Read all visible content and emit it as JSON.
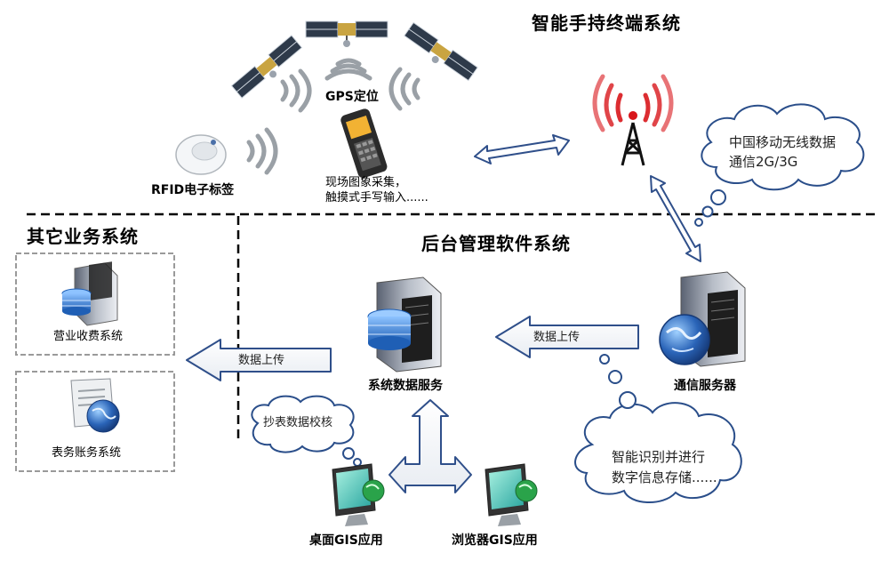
{
  "titles": {
    "smart_handheld": "智能手持终端系统",
    "other_business": "其它业务系统",
    "backend": "后台管理软件系统"
  },
  "labels": {
    "gps": "GPS定位",
    "rfid": "RFID电子标签",
    "field_capture_line1": "现场图象采集，",
    "field_capture_line2": "触摸式手写输入......",
    "billing": "营业收费系统",
    "meter_account": "表务账务系统",
    "data_service": "系统数据服务",
    "comm_server": "通信服务器",
    "desktop_gis": "桌面GIS应用",
    "browser_gis": "浏览器GIS应用"
  },
  "arrows": {
    "upload_left": "数据上传",
    "upload_right": "数据上传"
  },
  "clouds": {
    "mobile_line1": "中国移动无线数据",
    "mobile_line2": "通信2G/3G",
    "meter_check": "抄表数据校核",
    "smart_line1": "智能识别并进行",
    "smart_line2": "数字信息存储......"
  },
  "colors": {
    "server_blue": "#2a64b8",
    "arrow_blue": "#2f4f8a",
    "signal_red": "#d8161b",
    "box_border": "#9a9a9a"
  }
}
